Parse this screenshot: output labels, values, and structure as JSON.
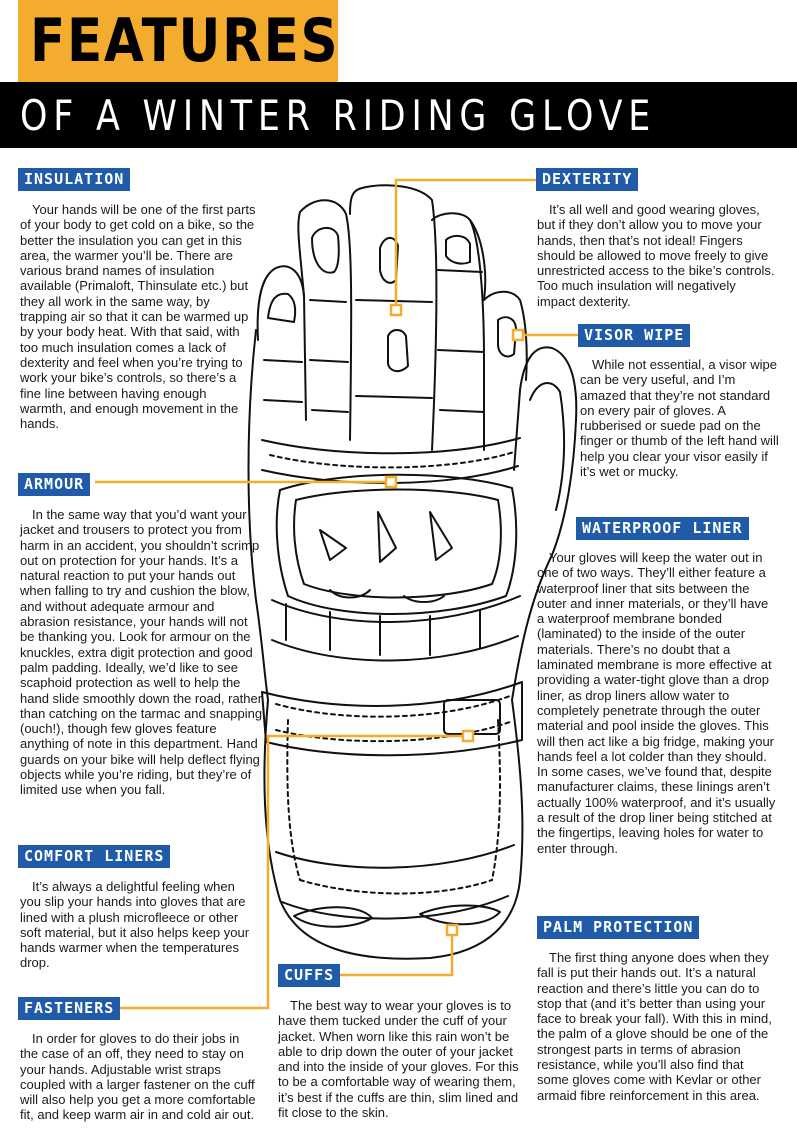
{
  "header": {
    "title": "FEATURES",
    "subtitle": "OF A WINTER RIDING GLOVE"
  },
  "colors": {
    "accent": "#f4ac2f",
    "badge": "#1f5ba8",
    "header_bg": "#000000"
  },
  "sections": {
    "insulation": {
      "heading": "INSULATION",
      "body": "Your hands will be one of the first parts of your body to get cold on a bike, so the better the insulation you can get in this area, the warmer you’ll be. There are various brand names of insulation available (Primaloft, Thinsulate etc.) but they all work in the same way, by trapping air so that it can be warmed up by your body heat. With that said, with too much insulation comes a lack of dexterity and feel when you’re trying to work your bike’s controls, so there’s a fine line between having enough warmth, and enough movement in the hands."
    },
    "armour": {
      "heading": "ARMOUR",
      "body": "In the same way that you’d want your jacket and trousers to protect you from harm in an accident, you shouldn’t scrimp out on protection for your hands. It’s a natural reaction to put your hands out when falling to try and cushion the blow, and without adequate armour and abrasion resistance, your hands will not be thanking you. Look for armour on the knuckles, extra digit protection and good palm padding. Ideally, we’d like to see scaphoid protection as well to help the hand slide smoothly down the road, rather than catching on the tarmac and snapping (ouch!), though few gloves feature anything of note in this department. Hand guards on your bike will help deflect flying objects while you’re riding, but they’re of limited use when you fall."
    },
    "comfort_liners": {
      "heading": "COMFORT LINERS",
      "body": "It’s always a delightful feeling when you slip your hands into gloves that are lined with a plush microfleece or other soft material, but it also helps keep your hands warmer when the temperatures drop."
    },
    "fasteners": {
      "heading": "FASTENERS",
      "body": "In order for gloves to do their jobs in the case of an off, they need to stay on your hands. Adjustable wrist straps coupled with a larger fastener on the cuff will also help you get a more comfortable fit, and keep warm air in and cold air out."
    },
    "dexterity": {
      "heading": "DEXTERITY",
      "body": "It’s all well and good wearing gloves, but if they don’t allow you to move your hands, then that’s not ideal! Fingers should be allowed to move freely to give unrestricted access to the bike’s controls. Too much insulation will negatively impact dexterity."
    },
    "visor_wipe": {
      "heading": "VISOR WIPE",
      "body": "While not essential, a visor wipe can be very useful, and I’m amazed that they’re not standard on every pair of gloves. A rubberised or suede pad on the finger or thumb of the left hand will help you clear your visor easily if it’s wet or mucky."
    },
    "waterproof_liner": {
      "heading": "WATERPROOF LINER",
      "body": "Your gloves will keep the water out in one of two ways. They’ll either feature a waterproof liner that sits between the outer and inner materials, or they’ll have a waterproof membrane bonded (laminated) to the inside of the outer materials. There’s no doubt that a laminated membrane is more effective at providing a water-tight glove than a drop liner, as drop liners allow water to completely penetrate through the outer material and pool inside the gloves. This will then act like a big fridge, making your hands feel a lot colder than they should. In some cases, we’ve found that, despite manufacturer claims, these linings aren’t actually 100% waterproof, and it’s usually a result of the drop liner being stitched at the fingertips, leaving holes for water to enter through."
    },
    "palm_protection": {
      "heading": "PALM PROTECTION",
      "body": "The first thing anyone does when they fall is put their hands out. It’s a natural reaction and there’s little you can do to stop that (and it’s better than using your face to break your fall). With this in mind, the palm of a glove should be one of the strongest parts in terms of abrasion resistance, while you’ll also find that some gloves come with Kevlar or other armaid fibre reinforcement in this area."
    },
    "cuffs": {
      "heading": "CUFFS",
      "body": "The best way to wear your gloves is to have them tucked under the cuff of your jacket. When worn like this rain won’t be able to drip down the outer of your jacket and into the inside of your gloves. For this to be a comfortable way of wearing them, it’s best if the cuffs are thin, slim lined and fit close to the skin."
    }
  }
}
